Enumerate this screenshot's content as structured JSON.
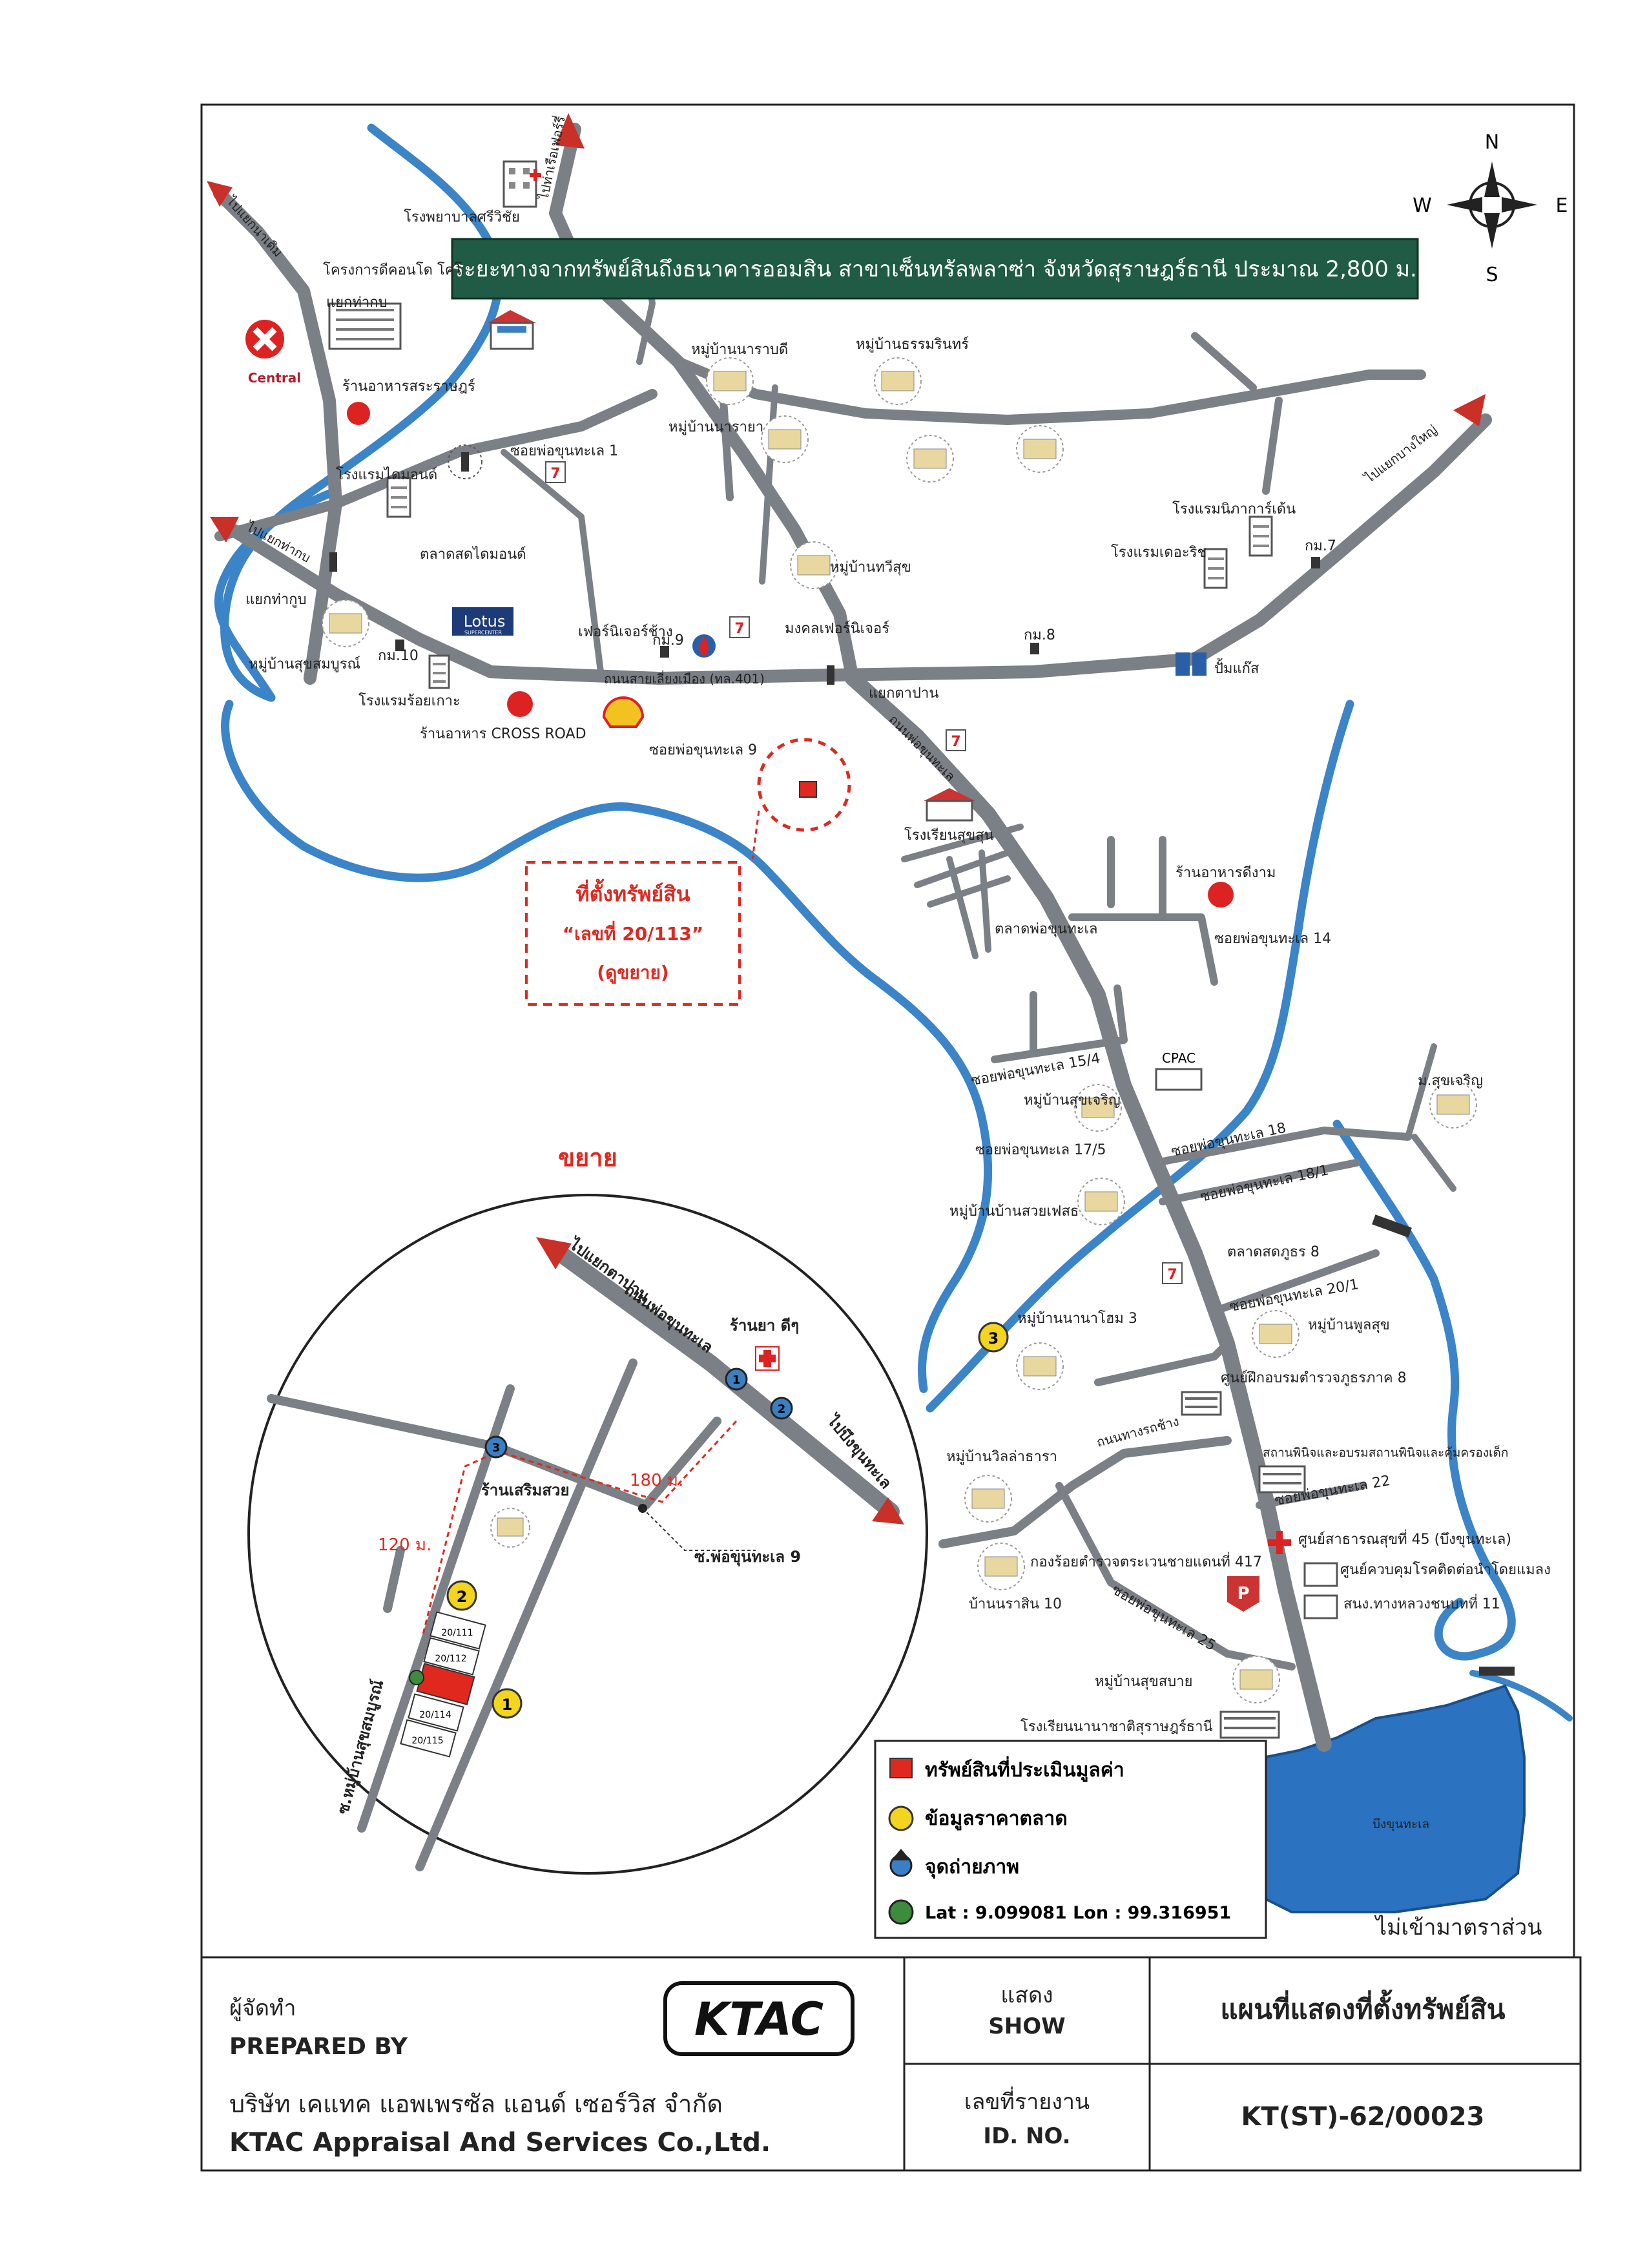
{
  "banner": {
    "text": "ระยะทางจากทรัพย์สินถึงธนาคารออมสิน สาขาเซ็นทรัลพลาซ่า จังหวัดสุราษฎร์ธานี ประมาณ 2,800 ม."
  },
  "compass": {
    "n": "N",
    "s": "S",
    "e": "E",
    "w": "W"
  },
  "map_labels": {
    "hospital": "โรงพยาบาลศรีวิชัย",
    "condo_project": "โครงการดีคอนโด โคโ",
    "junction_thakub": "แยกท่ากบ",
    "central": "Central",
    "restaurant_srarat": "ร้านอาหารสระราษฎร์",
    "hotel_diamond": "โรงแรมไดมอนด์",
    "market_diamond": "ตลาดสดไดมอนด์",
    "soi_phokhunthale_1": "ซอยพ่อขุนทะเล 1",
    "village_naraborn": "หมู่บ้านนาราบดี",
    "village_thammarin": "หมู่บ้านธรรมรินทร์",
    "village_narai": "หมู่บ้านนารายา",
    "village_thawisuk": "หมู่บ้านทวีสุข",
    "hotel_nicecourt": "โรงแรมนิภาการ์เด้น",
    "hotel_therich": "โรงแรมเดอะริช",
    "km7": "กม.7",
    "to_bangkok": "ไปแยกบางใหญ่",
    "to_left_top": "ไปแยกนาเดิม",
    "to_left_mid": "ไปแยกท่ากบ",
    "to_top_mid": "ไปท่าเรือเฟอร์รี่",
    "junction_thakub2": "แยกท่ากูบ",
    "village_suksomboon": "หมู่บ้านสุขสมบูรณ์",
    "km10": "กม.10",
    "hotel_roikao": "โรงแรมร้อยเกาะ",
    "lotus": "Lotus",
    "lotus_sub": "SUPERCENTER",
    "furniture_chang": "เฟอร์นิเจอร์ช้าง",
    "km9": "กม.9",
    "mongkol_furniture": "มงคลเฟอร์นิเจอร์",
    "km8": "กม.8",
    "gas_station": "ปั้มแก๊ส",
    "main_road": "ถนนสายเลี่ยงเมือง (ทล.401)",
    "restaurant_crossroad": "ร้านอาหาร CROSS ROAD",
    "junction_tapan": "แยกตาปาน",
    "soi_phokhunthale_9": "ซอยพ่อขุนทะเล 9",
    "road_phokhunthale": "ถนนพ่อขุนทะเล",
    "school_suksun": "โรงเรียนสุขสุน",
    "restaurant_dingam": "ร้านอาหารดีงาม",
    "soi_14": "ซอยพ่อขุนทะเล 14",
    "market_phokhun": "ตลาดพ่อขุนทะเล",
    "cpac": "CPAC",
    "soi_15_4": "ซอยพ่อขุนทะเล 15/4",
    "village_suracharoen": "หมู่บ้านสุขเจริญ",
    "soi_17_5": "ซอยพ่อขุนทะเล 17/5",
    "soi_18": "ซอยพ่อขุนทะเล 18",
    "soi_18_1": "ซอยพ่อขุนทะเล 18/1",
    "village_suayfeh": "หมู่บ้านบ้านสวยเฟสธ",
    "market_sadphat": "ตลาดสดภูธร 8",
    "m_suracharoen": "ม.สุขเจริญ",
    "soi_20_1": "ซอยพ่อขุนทะเล 20/1",
    "village_nanhome3": "หมู่บ้านนานาโฮม 3",
    "village_pulsuk": "หมู่บ้านพูลสุข",
    "training_center": "ศูนย์ฝึกอบรมตำรวจภูธรภาค 8",
    "village_villara": "หมู่บ้านวิลล่าธารา",
    "road_rongchang": "ถนนทางรถช้าง",
    "juvenile_center": "สถานพินิจและอบรมสถานพินิจและคุ้มครองเด็ก",
    "soi_22": "ซอยพ่อขุนทะเล 22",
    "health_center": "ศูนย์สาธารณสุขที่ 45 (บึงขุนทะเล)",
    "police_border": "กองร้อยตำรวจตระเวนชายแดนที่ 417",
    "disease_control": "ศูนย์ควบคุมโรคติดต่อนำโดยแมลง",
    "highway_office": "สนง.ทางหลวงชนบทที่ 11",
    "village_narasin10": "บ้านนราสิน 10",
    "soi_25": "ซอยพ่อขุนทะเล 25",
    "village_suksabai": "หมู่บ้านสุขสบาย",
    "school_national": "โรงเรียนนานาชาติสุราษฎร์ธานี",
    "lake": "บึงขุนทะเล",
    "scale_note": "ไม่เข้ามาตราส่วน"
  },
  "location_box": {
    "line1": "ที่ตั้งทรัพย์สิน",
    "line2": "“เลขที่ 20/113”",
    "line3": "(ดูขยาย)"
  },
  "inset": {
    "title": "ขยาย",
    "to_tapan": "ไปแยกตาปาน",
    "road": "ถนนพ่อขุนทะเล",
    "pharmacy": "ร้านยา ดีๆ",
    "to_lake": "ไปบึงขุนทะเล",
    "dist_180": "180 ม.",
    "dist_120": "120 ม.",
    "salon": "ร้านเสริมสวย",
    "soi9": "ซ.พ่อขุนทะเล 9",
    "village_soi": "ซ.หมู่บ้านสุขสมบูรณ์",
    "plots": [
      "20/111",
      "20/112",
      "20/114",
      "20/115"
    ],
    "marker_1": "1",
    "marker_2": "2",
    "marker_3": "3"
  },
  "market_marker_3": "3",
  "legend": {
    "property": "ทรัพย์สินที่ประเมินมูลค่า",
    "market_data": "ข้อมูลราคาตลาด",
    "photo_point": "จุดถ่ายภาพ",
    "coords": "Lat : 9.099081    Lon : 99.316951"
  },
  "footer": {
    "prepared_th": "ผู้จัดทำ",
    "prepared_en": "PREPARED BY",
    "logo": "KTAC",
    "company_th": "บริษัท เคแทค แอพเพรซัล แอนด์ เซอร์วิส จำกัด",
    "company_en": "KTAC Appraisal And Services Co.,Ltd.",
    "show_th": "แสดง",
    "show_en": "SHOW",
    "map_title": "แผนที่แสดงที่ตั้งทรัพย์สิน",
    "id_th": "เลขที่รายงาน",
    "id_en": "ID. NO.",
    "report_id": "KT(ST)-62/00023"
  },
  "colors": {
    "road": "#7b7f86",
    "river": "#3b84c8",
    "banner_bg": "#1f5b45",
    "property_red": "#e0281f",
    "market_yellow": "#f2d51c",
    "photo_blue": "#3a7fc4",
    "coord_green": "#3d8b3d",
    "lake": "#2b72c0"
  }
}
